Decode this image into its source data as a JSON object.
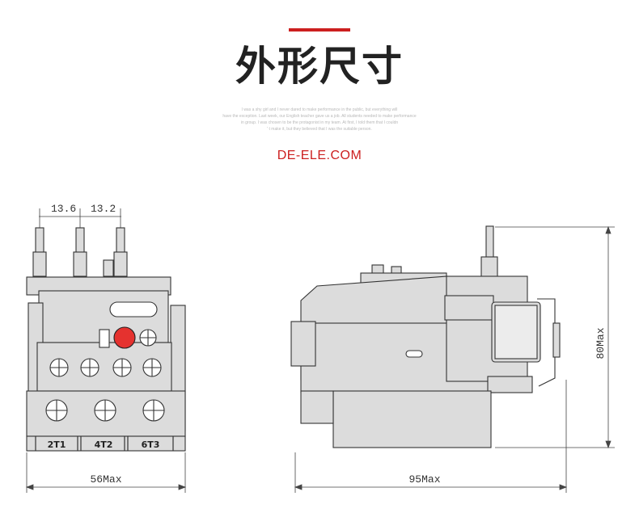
{
  "header": {
    "title": "外形尺寸",
    "blurb": [
      "I was a shy girl and I never dared to make performance in the public, but everything will",
      "have the exception. Last week, our English teacher gave us a job. All students needed to make performance",
      "in group. I was chosen to be the protagonist in my team. At first, I told them that I couldn",
      "' t make it, but they believed that I was the suitable person."
    ],
    "brand": "DE-ELE.COM"
  },
  "front_view": {
    "dim_pitch_1": "13.6",
    "dim_pitch_2": "13.2",
    "dim_width": "56Max",
    "terminals": [
      "2T1",
      "4T2",
      "6T3"
    ]
  },
  "side_view": {
    "dim_depth": "95Max",
    "dim_height": "80Max"
  },
  "colors": {
    "accent_red": "#cc1f1f",
    "body_gray": "#dcdcdc",
    "reset_button_red": "#e5322f"
  }
}
